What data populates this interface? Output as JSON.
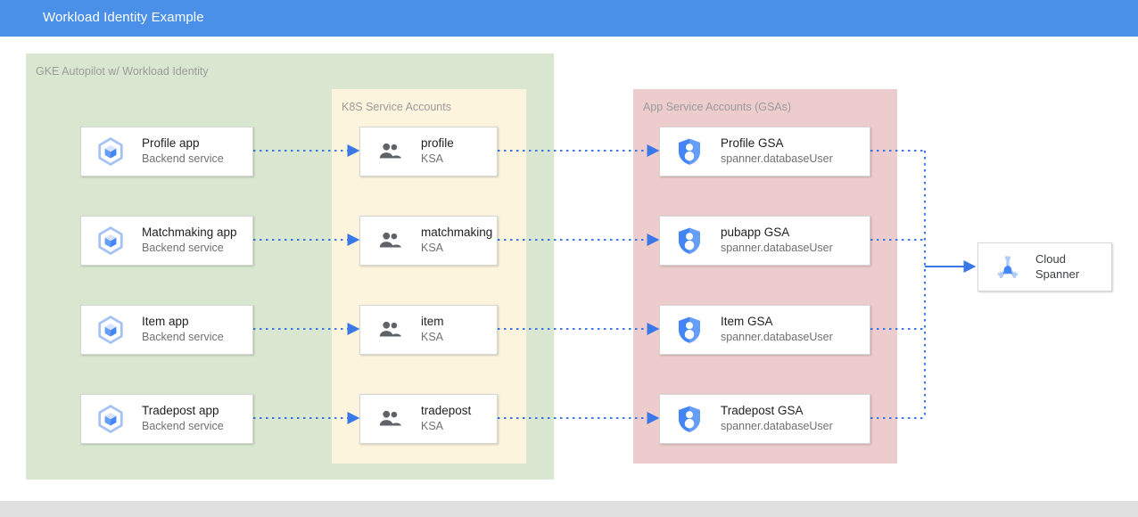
{
  "window": {
    "title": "Workload Identity Example",
    "titlebar_color": "#4a90e8"
  },
  "palette": {
    "green_panel": "#d9e7d0",
    "yellow_panel": "#fcf4dc",
    "pink_panel": "#eccccc",
    "connector_blue": "#3b78e7",
    "card_border": "#d6d6d6",
    "panel_label": "#9b9b9b"
  },
  "panels": [
    {
      "id": "gke",
      "label": "GKE Autopilot w/ Workload Identity"
    },
    {
      "id": "ksa",
      "label": "K8S Service Accounts"
    },
    {
      "id": "gsa",
      "label": "App Service Accounts (GSAs)"
    }
  ],
  "apps": [
    {
      "title": "Profile app",
      "subtitle": "Backend service",
      "icon": "gke-container-icon"
    },
    {
      "title": "Matchmaking app",
      "subtitle": "Backend service",
      "icon": "gke-container-icon"
    },
    {
      "title": "Item app",
      "subtitle": "Backend service",
      "icon": "gke-container-icon"
    },
    {
      "title": "Tradepost app",
      "subtitle": "Backend service",
      "icon": "gke-container-icon"
    }
  ],
  "ksas": [
    {
      "title": "profile",
      "subtitle": "KSA",
      "icon": "people-group-icon"
    },
    {
      "title": "matchmaking",
      "subtitle": "KSA",
      "icon": "people-group-icon"
    },
    {
      "title": "item",
      "subtitle": "KSA",
      "icon": "people-group-icon"
    },
    {
      "title": "tradepost",
      "subtitle": "KSA",
      "icon": "people-group-icon"
    }
  ],
  "gsas": [
    {
      "title": "Profile GSA",
      "subtitle": "spanner.databaseUser",
      "icon": "shield-user-icon"
    },
    {
      "title": "pubapp GSA",
      "subtitle": "spanner.databaseUser",
      "icon": "shield-user-icon"
    },
    {
      "title": "Item GSA",
      "subtitle": "spanner.databaseUser",
      "icon": "shield-user-icon"
    },
    {
      "title": "Tradepost GSA",
      "subtitle": "spanner.databaseUser",
      "icon": "shield-user-icon"
    }
  ],
  "database": {
    "line1": "Cloud",
    "line2": "Spanner",
    "icon": "cloud-spanner-icon"
  }
}
